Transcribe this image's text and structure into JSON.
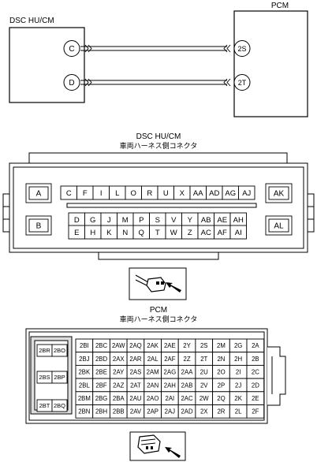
{
  "top": {
    "left_box": "DSC HU/CM",
    "right_box": "PCM",
    "left_pins": [
      "C",
      "D"
    ],
    "right_pins": [
      "2S",
      "2T"
    ]
  },
  "dsc": {
    "title": "DSC HU/CM",
    "subtitle": "車両ハーネス側コネクタ",
    "row1": [
      "C",
      "F",
      "I",
      "L",
      "O",
      "R",
      "U",
      "X",
      "AA",
      "AD",
      "AG",
      "AJ"
    ],
    "row2": [
      "D",
      "G",
      "J",
      "M",
      "P",
      "S",
      "V",
      "Y",
      "AB",
      "AE",
      "AH"
    ],
    "row3": [
      "E",
      "H",
      "K",
      "N",
      "Q",
      "T",
      "W",
      "Z",
      "AC",
      "AF",
      "AI"
    ],
    "side_left": [
      "A",
      "B"
    ],
    "side_right": [
      "AK",
      "AL"
    ]
  },
  "pcm": {
    "title": "PCM",
    "subtitle": "車両ハーネス側コネクタ",
    "left_block": [
      [
        "2BR",
        "2BO"
      ],
      [
        "2BS",
        "2BP"
      ],
      [
        "2BT",
        "2BQ"
      ]
    ],
    "grid": [
      [
        "2BI",
        "2BC",
        "2AW",
        "2AQ",
        "2AK",
        "2AE",
        "2Y",
        "2S",
        "2M",
        "2G",
        "2A"
      ],
      [
        "2BJ",
        "2BD",
        "2AX",
        "2AR",
        "2AL",
        "2AF",
        "2Z",
        "2T",
        "2N",
        "2H",
        "2B"
      ],
      [
        "2BK",
        "2BE",
        "2AY",
        "2AS",
        "2AM",
        "2AG",
        "2AA",
        "2U",
        "2O",
        "2I",
        "2C"
      ],
      [
        "2BL",
        "2BF",
        "2AZ",
        "2AT",
        "2AN",
        "2AH",
        "2AB",
        "2V",
        "2P",
        "2J",
        "2D"
      ],
      [
        "2BM",
        "2BG",
        "2BA",
        "2AU",
        "2AO",
        "2AI",
        "2AC",
        "2W",
        "2Q",
        "2K",
        "2E"
      ],
      [
        "2BN",
        "2BH",
        "2BB",
        "2AV",
        "2AP",
        "2AJ",
        "2AD",
        "2X",
        "2R",
        "2L",
        "2F"
      ]
    ]
  }
}
